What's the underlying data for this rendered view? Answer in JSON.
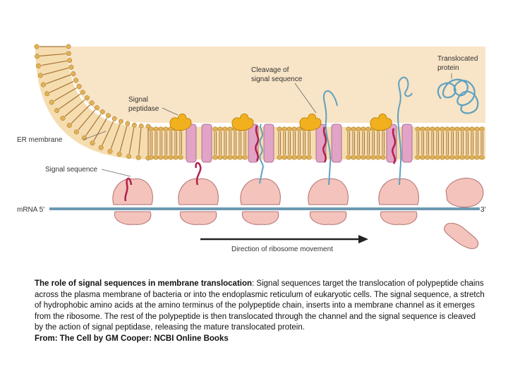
{
  "diagram": {
    "labels": {
      "translocated_protein_line1": "Translocated",
      "translocated_protein_line2": "protein",
      "cleavage_line1": "Cleavage of",
      "cleavage_line2": "signal sequence",
      "signal_peptidase_line1": "Signal",
      "signal_peptidase_line2": "peptidase",
      "er_membrane": "ER membrane",
      "signal_sequence": "Signal sequence",
      "mrna_5": "mRNA  5′",
      "mrna_3": "3′",
      "direction": "Direction of ribosome movement"
    },
    "colors": {
      "lumen": "#f8e4c6",
      "membrane_head": "#e2b256",
      "membrane_tail": "#a87333",
      "channel": "#e2a4c6",
      "ribosome": "#f4c3bb",
      "signal_sequence": "#b0204c",
      "polypeptide": "#5ea1c0",
      "peptidase": "#f2b01e",
      "mrna": "#6d99b2"
    }
  },
  "caption": {
    "title": "The role of signal sequences in membrane translocation",
    "body": ": Signal sequences target the translocation of polypeptide chains across the plasma membrane of bacteria or into the endoplasmic reticulum of eukaryotic cells. The signal sequence, a stretch of hydrophobic amino acids at the amino terminus of the polypeptide chain, inserts into a membrane channel as it emerges from the ribosome. The rest of the polypeptide is then translocated through the channel and the signal sequence is cleaved by the action of signal peptidase, releasing the mature translocated protein."
  },
  "source": "From: The Cell by GM Cooper: NCBI Online Books"
}
